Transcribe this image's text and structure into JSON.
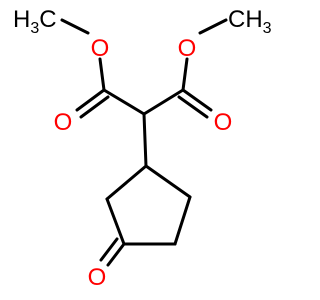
{
  "molecule": {
    "atoms": {
      "o_carbonyl_left": "O",
      "o_ether_left": "O",
      "o_carbonyl_right": "O",
      "o_ether_right": "O",
      "o_ketone": "O",
      "methyl_left": {
        "main": "H",
        "sub": "3",
        "tail": "C"
      },
      "methyl_right": {
        "main": "CH",
        "sub": "3"
      }
    },
    "colors": {
      "bond": "#000000",
      "oxygen": "#ff0000",
      "carbon_label": "#000000"
    }
  }
}
